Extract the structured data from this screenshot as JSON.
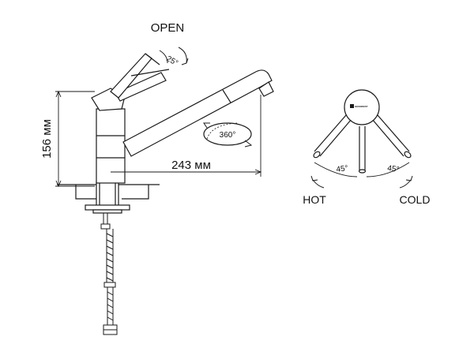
{
  "labels": {
    "open": "OPEN",
    "open_angle": "25°",
    "rotation": "360°",
    "height": "156 мм",
    "reach": "243 мм",
    "lever_angle_left": "45°",
    "lever_angle_right": "45°",
    "hot": "HOT",
    "cold": "COLD",
    "brand": "GRANFEST"
  },
  "colors": {
    "line": "#1a1a1a",
    "background": "#ffffff"
  },
  "icons": {
    "rotate": "rotate-360-icon",
    "open_arrow": "curved-arrow-icon",
    "logo": "brand-logo-icon"
  }
}
